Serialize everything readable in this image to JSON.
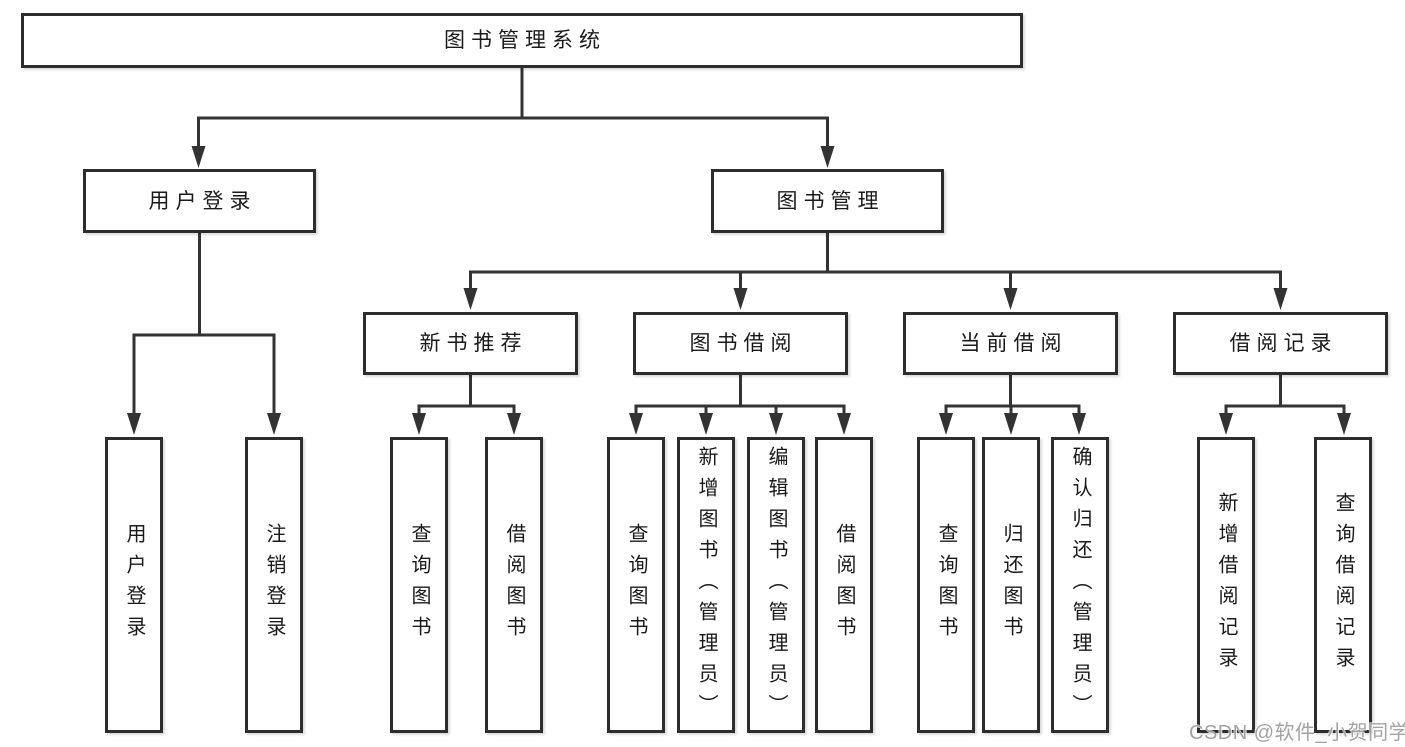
{
  "title": "图书管理系统",
  "level2": {
    "user_login": "用户登录",
    "book_management": "图书管理"
  },
  "level3": {
    "new_book": "新书推荐",
    "book_borrow": "图书借阅",
    "current_borrow": "当前借阅",
    "borrow_record": "借阅记录"
  },
  "leaves": {
    "user_login": [
      "用户登录",
      "注销登录"
    ],
    "new_book": [
      "查询图书",
      "借阅图书"
    ],
    "book_borrow": [
      "查询图书",
      "新增图书（管理员）",
      "编辑图书（管理员）",
      "借阅图书"
    ],
    "current_borrow": [
      "查询图书",
      "归还图书",
      "确认归还（管理员）"
    ],
    "borrow_record": [
      "新增借阅记录",
      "查询借阅记录"
    ]
  },
  "watermark": "CSDN @软件_小贺同学",
  "colors": {
    "line": "#333333",
    "border": "#2d2d2d",
    "text": "#1a1a1a",
    "watermark": "#a3a3a3",
    "background": "#ffffff"
  }
}
